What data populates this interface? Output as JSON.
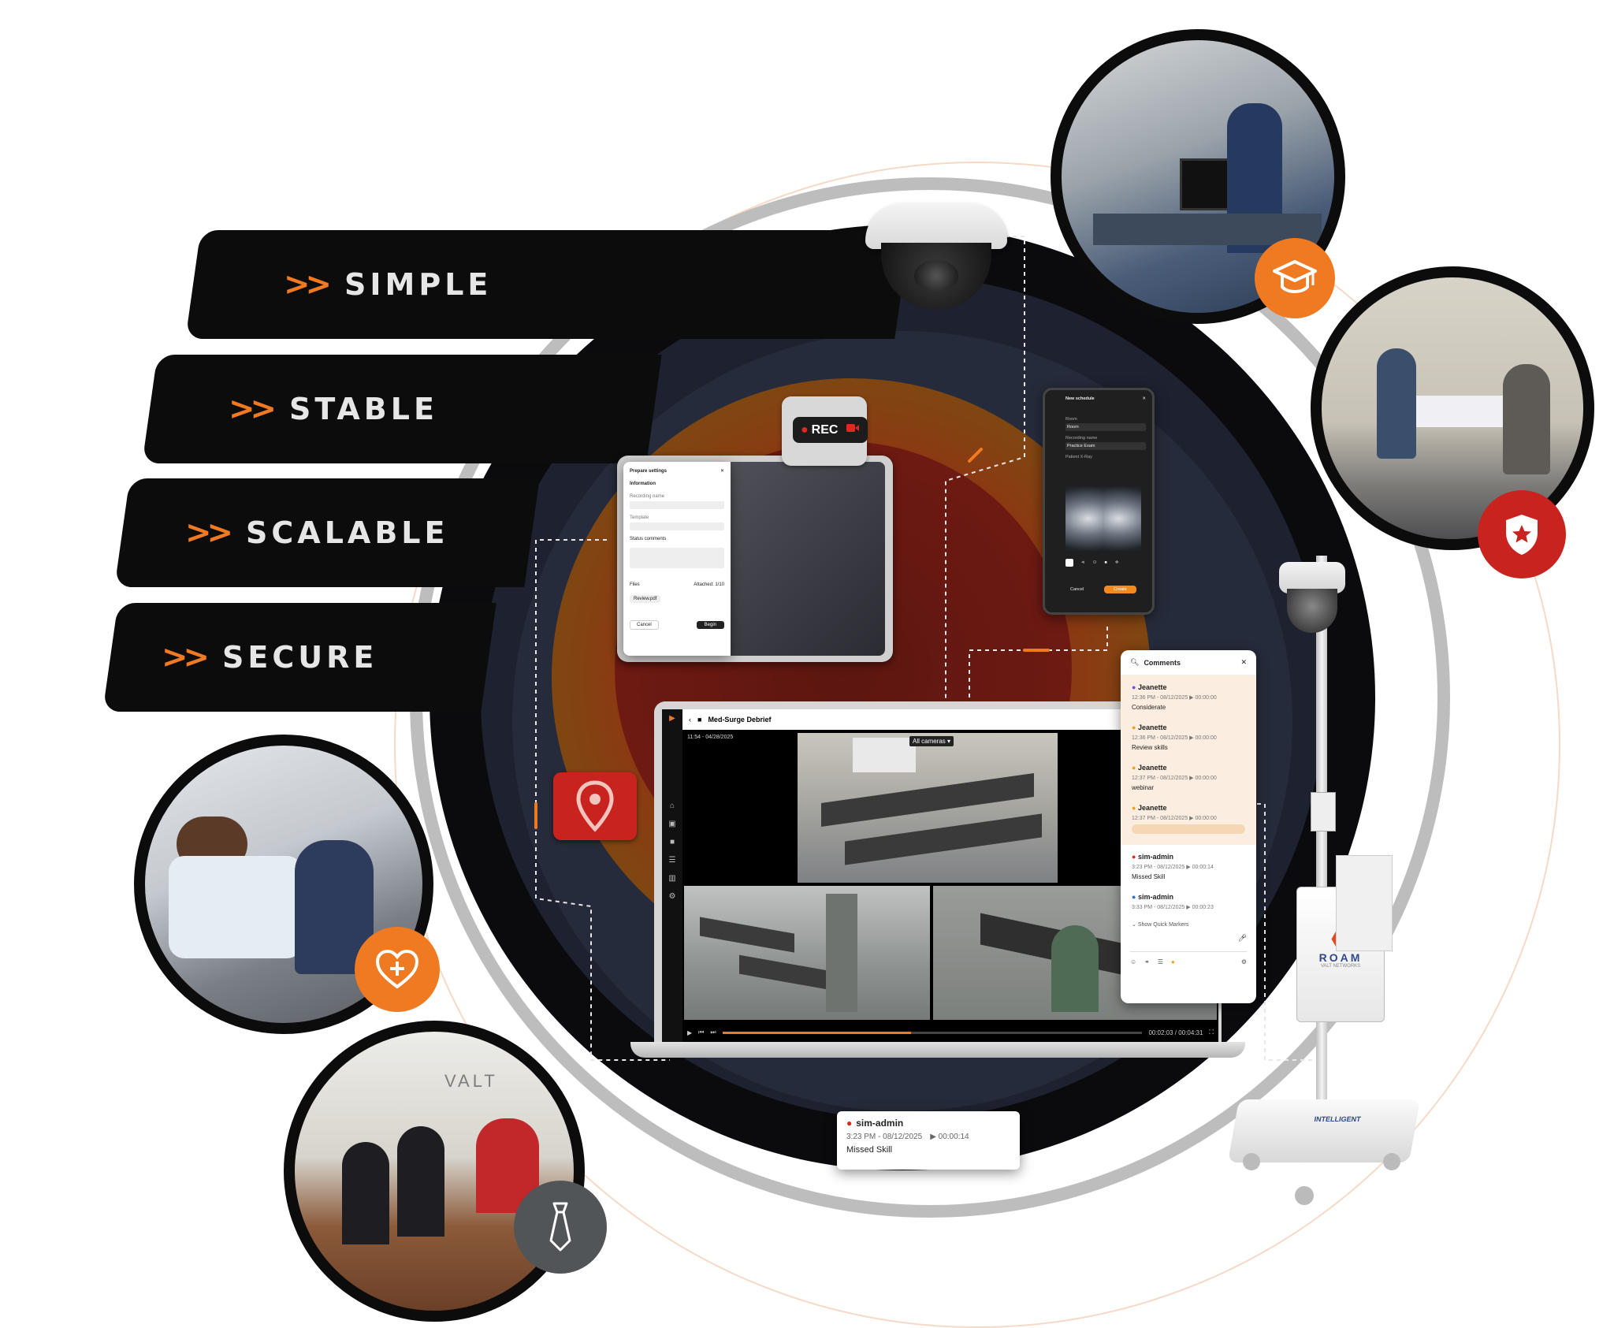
{
  "ribbons": [
    {
      "chevrons": ">>",
      "label": "SIMPLE"
    },
    {
      "chevrons": ">>",
      "label": "STABLE"
    },
    {
      "chevrons": ">>",
      "label": "SCALABLE"
    },
    {
      "chevrons": ">>",
      "label": "SECURE"
    }
  ],
  "colors": {
    "accent": "#f07a22",
    "dark": "#0c0c0c",
    "red": "#c8231e"
  },
  "badges": [
    "graduation-cap-icon",
    "police-shield-icon",
    "heart-plus-icon",
    "tie-icon"
  ],
  "rec_badge": {
    "label": "REC"
  },
  "photo_text": {
    "valt_wall": "VALT"
  },
  "prepare_settings": {
    "title": "Prepare settings",
    "section": "Information",
    "recording_name_label": "Recording name",
    "template_label": "Template",
    "status_label": "Status comments",
    "files_label": "Files",
    "attached": "Attached: 1/10",
    "file_chip": "Review.pdf",
    "cancel": "Cancel",
    "begin": "Begin"
  },
  "new_schedule": {
    "title": "New schedule",
    "room_label": "Room",
    "room_value": "Room",
    "recording_name_label": "Recording name",
    "recording_name_value": "Practice Exam",
    "patient_label": "Patient X-Ray",
    "cancel": "Cancel",
    "create": "Create"
  },
  "laptop": {
    "title": "Med-Surge Debrief",
    "timestamp": "11:54 - 04/28/2025",
    "cameras_dropdown": "All cameras",
    "time_readout": "00:02:03 / 00:04:31"
  },
  "comments_panel": {
    "title": "Comments",
    "items": [
      {
        "name": "Jeanette",
        "meta": "12:36 PM - 08/12/2025  ▶ 00:00:00",
        "text": "Considerate"
      },
      {
        "name": "Jeanette",
        "meta": "12:36 PM - 08/12/2025  ▶ 00:00:00",
        "text": "Review skills"
      },
      {
        "name": "Jeanette",
        "meta": "12:37 PM - 08/12/2025  ▶ 00:00:00",
        "text": "webinar"
      },
      {
        "name": "Jeanette",
        "meta": "12:37 PM - 08/12/2025  ▶ 00:00:00",
        "text": ""
      },
      {
        "name": "sim-admin",
        "meta": "3:23 PM - 08/12/2025  ▶ 00:00:14",
        "text": "Missed Skill"
      },
      {
        "name": "sim-admin",
        "meta": "3:33 PM - 08/12/2025  ▶ 00:00:23",
        "text": ""
      }
    ],
    "quick_markers": "Show Quick Markers"
  },
  "comment_card": {
    "name": "sim-admin",
    "meta": "3:23 PM - 08/12/2025",
    "time": "▶ 00:00:14",
    "text": "Missed Skill"
  },
  "roam": {
    "brand": "ROAM",
    "sub": "VALT NETWORKS",
    "base_label": "INTELLIGENT"
  }
}
